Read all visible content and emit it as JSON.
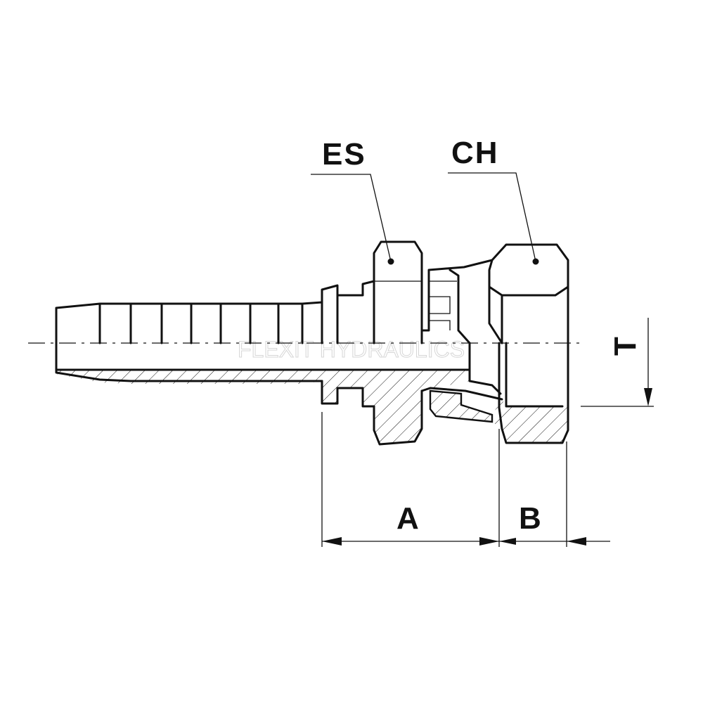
{
  "labels": {
    "es": "ES",
    "ch": "CH",
    "t": "T",
    "a": "A",
    "b": "B"
  },
  "watermark": "FLEXIT HYDRAULICS",
  "colors": {
    "line": "#111111",
    "background": "#ffffff",
    "watermark": "#d6d6d6"
  }
}
